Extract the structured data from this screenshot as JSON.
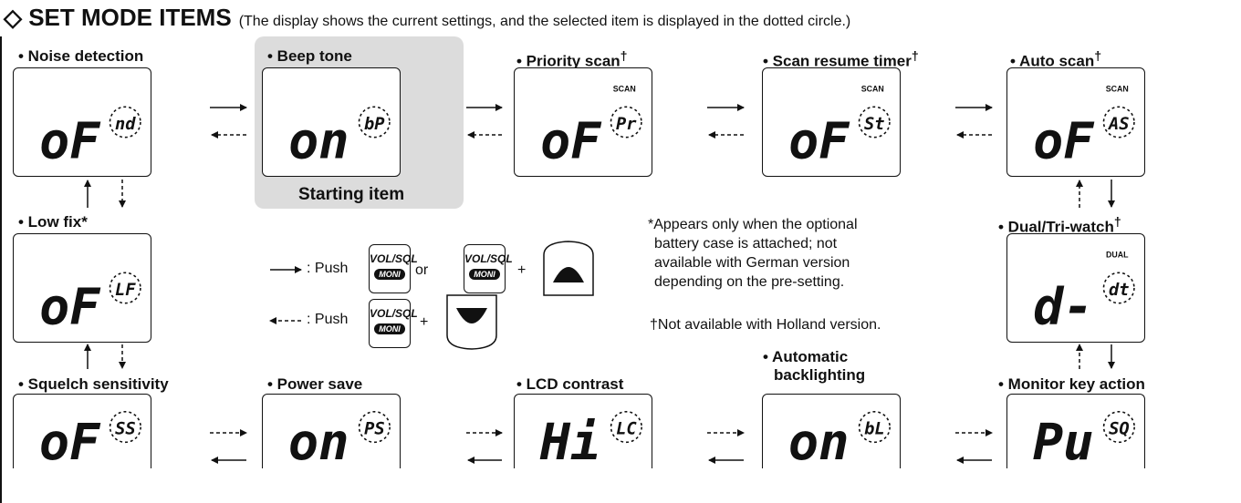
{
  "header": {
    "title": "◇ SET MODE ITEMS",
    "subtitle": "(The display shows the current settings, and the selected item is displayed in the dotted circle.)"
  },
  "items": {
    "noise": {
      "label": "• Noise detection",
      "value": "oF",
      "code": "nd"
    },
    "beep": {
      "label": "• Beep tone",
      "value": "on",
      "code": "bP"
    },
    "priority": {
      "label": "• Priority scan",
      "mark": "†",
      "value": "oF",
      "code": "Pr",
      "indicator": "SCAN"
    },
    "resume": {
      "label": "• Scan resume timer",
      "mark": "†",
      "value": "oF",
      "code": "St",
      "indicator": "SCAN"
    },
    "autoscan": {
      "label": "• Auto scan",
      "mark": "†",
      "value": "oF",
      "code": "AS",
      "indicator": "SCAN"
    },
    "lowfix": {
      "label": "• Low fix*",
      "value": "oF",
      "code": "LF"
    },
    "dualtri": {
      "label": "• Dual/Tri-watch",
      "mark": "†",
      "value": "d-",
      "code": "dt",
      "indicator": "DUAL"
    },
    "squelch": {
      "label": "• Squelch sensitivity",
      "value": "oF",
      "code": "SS"
    },
    "powersave": {
      "label": "• Power save",
      "value": "on",
      "code": "PS"
    },
    "contrast": {
      "label": "• LCD contrast",
      "value": "Hi",
      "code": "LC"
    },
    "backlight": {
      "label_line1": "• Automatic",
      "label_line2": "backlighting",
      "value": "on",
      "code": "bL"
    },
    "monitor": {
      "label": "• Monitor key action",
      "value": "Pu",
      "code": "SQ"
    }
  },
  "starting_item": "Starting item",
  "legend": {
    "forward_text": ": Push",
    "or_text": "or",
    "plus_text": "+",
    "backward_text": ": Push",
    "key_line1": "VOL/SQL",
    "key_line2": "MONI"
  },
  "notes": {
    "star_l1": "*Appears only when the optional",
    "star_l2": "battery case is attached; not",
    "star_l3": "available with German version",
    "star_l4": "depending on the pre-setting.",
    "dagger": "†Not available with Holland version."
  }
}
